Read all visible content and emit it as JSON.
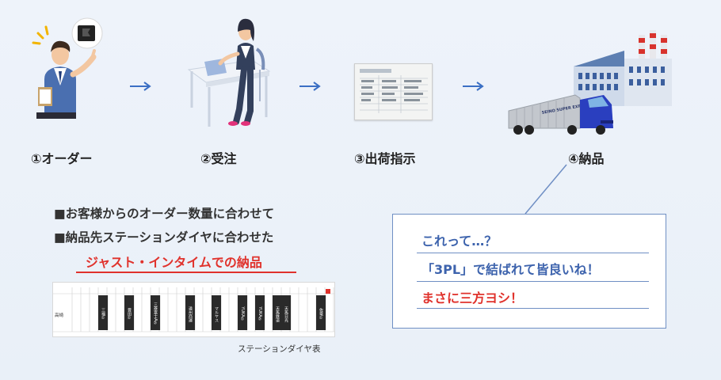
{
  "steps": [
    {
      "label": "①オーダー"
    },
    {
      "label": "②受注"
    },
    {
      "label": "③出荷指示"
    },
    {
      "label": "④納品"
    }
  ],
  "bullets": [
    "■お客様からのオーダー数量に合わせて",
    "■納品先ステーションダイヤに合わせた"
  ],
  "highlight": "ジャスト・インタイムでの納品",
  "diagram_table": {
    "caption": "ステーションダイヤ表",
    "row_header": "高崎",
    "cells": [
      "三福①",
      "豊田①",
      "三菱富士A②",
      "遠州商運",
      "マルヤス",
      "YUKA①",
      "YUKA②",
      "天馬鉄道",
      "天馬日光",
      "佐竜①"
    ]
  },
  "bubble": {
    "line1": "これって…？",
    "line2": "「3PL」で結ばれて皆良いね！",
    "line3": "まさに三方ヨシ！"
  },
  "truck_text": "SEINO SUPER EXPRESS",
  "colors": {
    "accent_blue": "#3b6fc4",
    "red": "#e0322c",
    "bubble_text_blue": "#3d63ad",
    "bubble_border": "#6f8fc4"
  }
}
